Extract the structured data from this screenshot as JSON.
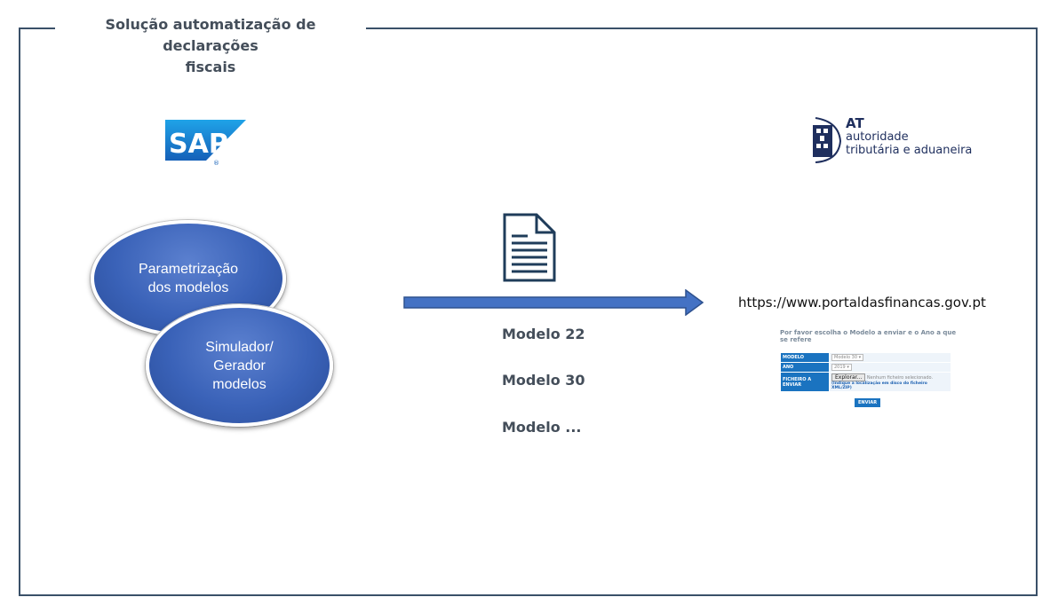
{
  "title": {
    "line1": "Solução automatização de declarações",
    "line2": "fiscais"
  },
  "colors": {
    "frame": "#3a5068",
    "ellipse_blue": "#3a62b8",
    "arrow_blue": "#4472c4",
    "arrow_border": "#2f528f",
    "doc_stroke": "#1f3c5a",
    "title_text": "#444e5a",
    "portal_blue": "#1a73c0"
  },
  "left": {
    "logo_text": "SAP",
    "logo_mark": "®",
    "ellipse1": [
      "Parametrização",
      "dos modelos"
    ],
    "ellipse2": [
      "Simulador/",
      "Gerador",
      "modelos"
    ]
  },
  "middle": {
    "icon": "document-icon",
    "models": [
      "Modelo 22",
      "Modelo 30",
      "Modelo ..."
    ]
  },
  "right": {
    "logo": {
      "at": "AT",
      "line1": "autoridade",
      "line2": "tributária e aduaneira"
    },
    "url": "https://www.portaldasfinancas.gov.pt",
    "portal_form": {
      "question": "Por favor escolha o Modelo a enviar e o Ano a que se refere",
      "rows": [
        {
          "label": "MODELO",
          "value": "Modelo 30"
        },
        {
          "label": "ANO",
          "value": "2019"
        },
        {
          "label": "FICHEIRO A ENVIAR",
          "button": "Explorar...",
          "status": "Nenhum ficheiro selecionado.",
          "hint": "(Indique a localização em disco do ficheiro XML/ZIP)"
        }
      ],
      "submit": "ENVIAR"
    }
  }
}
